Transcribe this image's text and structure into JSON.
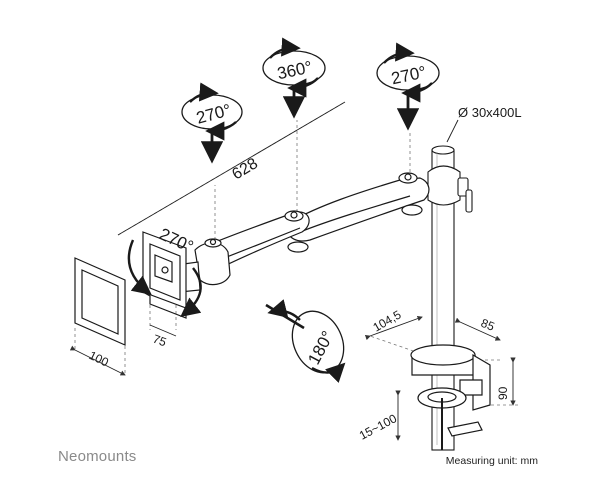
{
  "brand": "Neomounts",
  "measuring_unit": "Measuring unit: mm",
  "pole_spec": "Ø 30x400L",
  "dimensions": {
    "arm_length": "628",
    "plate_width": "100",
    "plate_depth": "75",
    "base_width": "104,5",
    "base_depth": "85",
    "clamp_height": "90",
    "clamp_range": "15~100"
  },
  "rotations": {
    "joint_left": "270°",
    "joint_middle": "360°",
    "joint_right": "270°",
    "tilt": "270°",
    "swivel": "180°"
  },
  "colors": {
    "line": "#1a1a1a",
    "dim_line": "#555555",
    "brand": "#8a8a8a"
  }
}
